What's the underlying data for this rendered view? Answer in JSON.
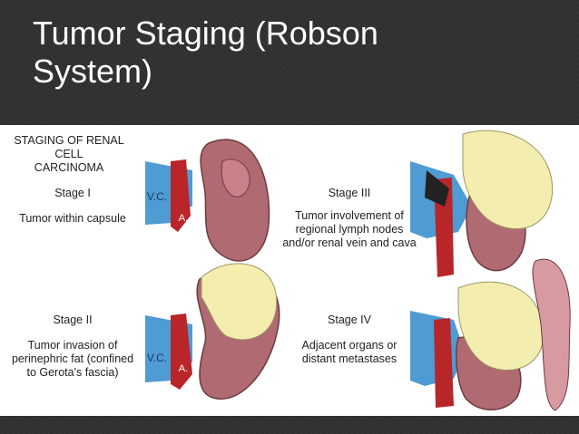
{
  "slide": {
    "title_line1": "Tumor Staging (Robson",
    "title_line2": "System)"
  },
  "figure": {
    "heading_line1": "STAGING OF RENAL CELL",
    "heading_line2": "CARCINOMA",
    "stages": [
      {
        "label": "Stage I",
        "desc": [
          "Tumor within capsule"
        ]
      },
      {
        "label": "Stage II",
        "desc": [
          "Tumor invasion of",
          "perinephric fat (confined",
          "to Gerota's fascia)"
        ]
      },
      {
        "label": "Stage III",
        "desc": [
          "Tumor involvement of",
          "regional lymph nodes",
          "and/or renal vein and cava"
        ]
      },
      {
        "label": "Stage IV",
        "desc": [
          "Adjacent organs or",
          "distant metastases"
        ]
      }
    ],
    "vessel_labels": {
      "vc": "V.C.",
      "a": "A."
    }
  },
  "colors": {
    "background": "#333333",
    "kidney": "#b06a72",
    "tumor_fat": "#f3eeb0",
    "vein": "#4f9bd3",
    "artery": "#b8262a"
  }
}
